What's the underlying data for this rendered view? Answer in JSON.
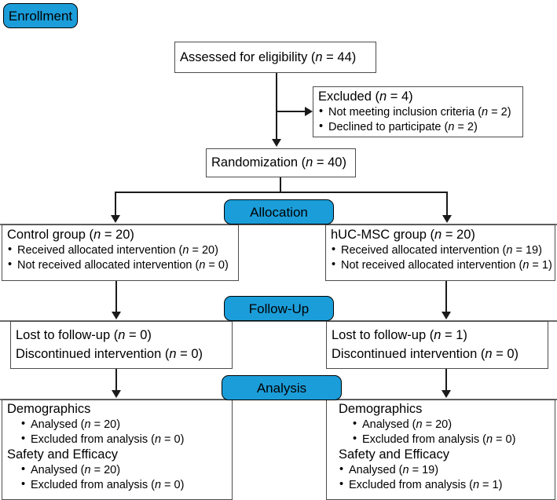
{
  "diagram": {
    "title": "CONSORT participant flow diagram",
    "accent_color": "#1B9DD9",
    "line_color": "#1a1a1a",
    "box_border_color": "#4d4d4d"
  },
  "phases": {
    "enrollment": "Enrollment",
    "allocation": "Allocation",
    "followup": "Follow-Up",
    "analysis": "Analysis"
  },
  "assessed": {
    "text_before": "Assessed for eligibility (",
    "n_italic": "n",
    "text_after": " = 44)"
  },
  "excluded": {
    "title_before": "Excluded (",
    "title_n": "n",
    "title_after": " = 4)",
    "items": [
      {
        "before": "Not meeting inclusion criteria (",
        "n": "n",
        "after": " = 2)"
      },
      {
        "before": "Declined to participate (",
        "n": "n",
        "after": " = 2)"
      }
    ]
  },
  "randomization": {
    "text_before": "Randomization (",
    "n_italic": "n",
    "text_after": " = 40)"
  },
  "allocation": {
    "left": {
      "title_before": "Control group (",
      "title_n": "n",
      "title_after": " = 20)",
      "items": [
        {
          "before": "Received allocated intervention (",
          "n": "n",
          "after": " = 20)"
        },
        {
          "before": "Not received allocated intervention (",
          "n": "n",
          "after": " = 0)"
        }
      ]
    },
    "right": {
      "title_before": "hUC-MSC group (",
      "title_n": "n",
      "title_after": " = 20)",
      "items": [
        {
          "before": "Received allocated intervention (",
          "n": "n",
          "after": " = 19)"
        },
        {
          "before": "Not received allocated intervention (",
          "n": "n",
          "after": " = 1)"
        }
      ]
    }
  },
  "followup": {
    "left": {
      "lines": [
        {
          "before": "Lost to follow-up (",
          "n": "n",
          "after": " = 0)"
        },
        {
          "before": "Discontinued intervention (",
          "n": "n",
          "after": " = 0)"
        }
      ]
    },
    "right": {
      "lines": [
        {
          "before": "Lost to follow-up (",
          "n": "n",
          "after": " = 1)"
        },
        {
          "before": "Discontinued intervention (",
          "n": "n",
          "after": " = 0)"
        }
      ]
    }
  },
  "analysis": {
    "left": {
      "groups": [
        {
          "heading": "Demographics",
          "items": [
            {
              "before": "Analysed (",
              "n": "n",
              "after": " = 20)"
            },
            {
              "before": "Excluded from analysis (",
              "n": "n",
              "after": " = 0)"
            }
          ]
        },
        {
          "heading": "Safety and Efficacy",
          "items": [
            {
              "before": "Analysed (",
              "n": "n",
              "after": " = 20)"
            },
            {
              "before": "Excluded from analysis (",
              "n": "n",
              "after": " = 0)"
            }
          ]
        }
      ]
    },
    "right": {
      "groups": [
        {
          "heading": "Demographics",
          "items": [
            {
              "before": "Analysed (",
              "n": "n",
              "after": " = 20)"
            },
            {
              "before": "Excluded from analysis (",
              "n": "n",
              "after": " = 0)"
            }
          ]
        },
        {
          "heading": "Safety and Efficacy",
          "items": [
            {
              "before": "Analysed (",
              "n": "n",
              "after": " = 19)"
            },
            {
              "before": "Excluded from analysis (",
              "n": "n",
              "after": " = 1)"
            }
          ]
        }
      ]
    }
  }
}
